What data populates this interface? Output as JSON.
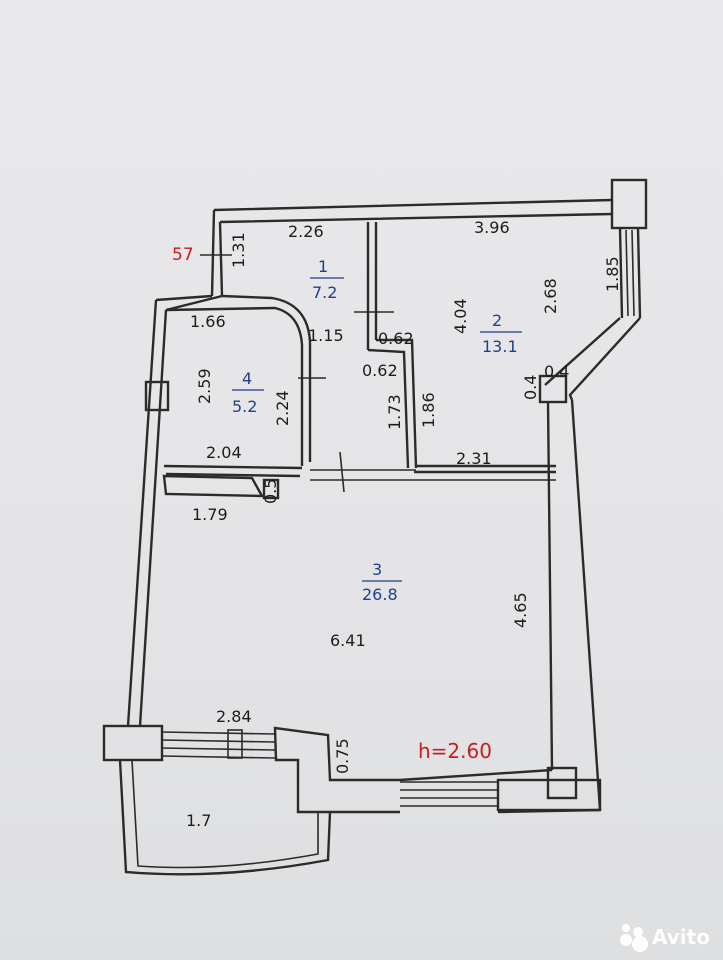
{
  "height_note": "h=2.60",
  "corner_number": "57",
  "rooms": [
    {
      "number": "1",
      "area": "7.2"
    },
    {
      "number": "2",
      "area": "13.1"
    },
    {
      "number": "3",
      "area": "26.8"
    },
    {
      "number": "4",
      "area": "5.2"
    }
  ],
  "balcony_area": "1.7",
  "dimensions": [
    "1.31",
    "2.26",
    "3.96",
    "1.85",
    "2.68",
    "4.04",
    "1.15",
    "0.62",
    "0.62",
    "1.66",
    "2.59",
    "2.24",
    "1.73",
    "1.86",
    "0.4",
    "0.4",
    "2.04",
    "2.31",
    "0.5",
    "1.79",
    "6.41",
    "4.65",
    "2.84",
    "0.75"
  ],
  "watermark": "Avito",
  "colors": {
    "wall": "#2b2b2b",
    "room_label": "#1f3f8f",
    "accent_red": "#c81e1e",
    "background": "#e6e6e8"
  }
}
